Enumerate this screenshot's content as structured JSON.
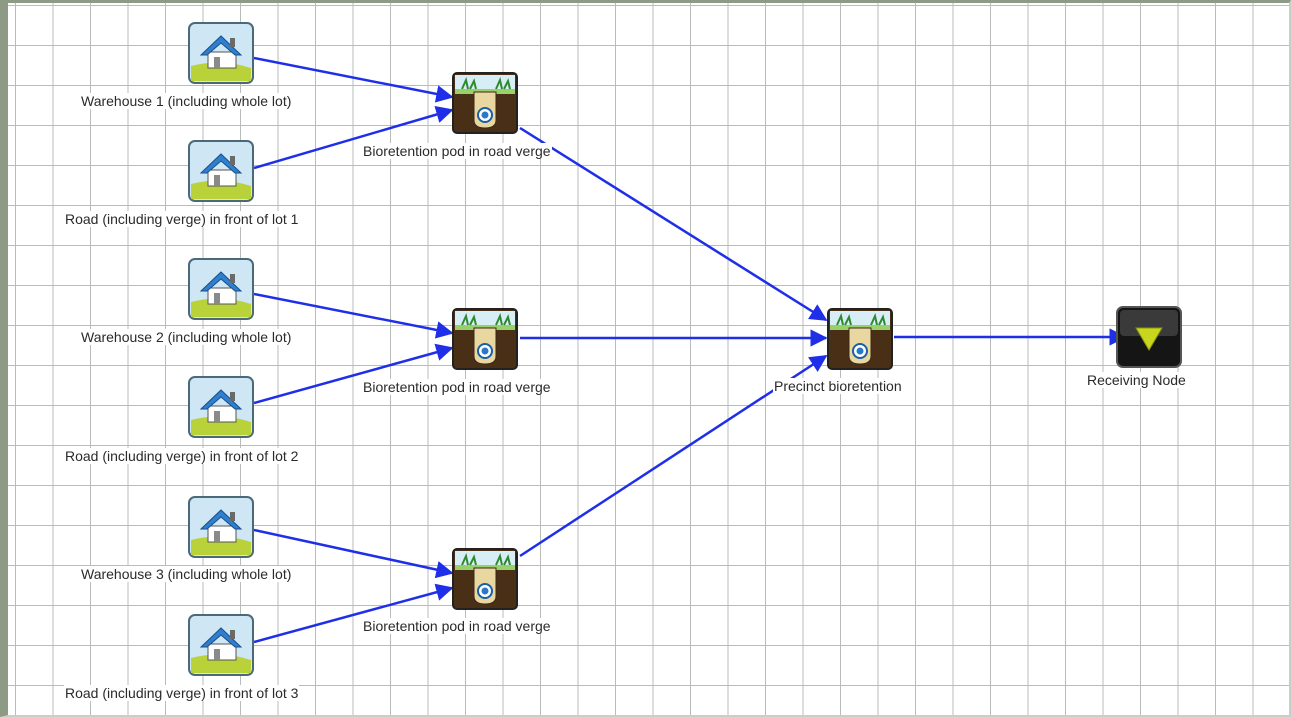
{
  "nodes": {
    "warehouse1": {
      "label": "Warehouse 1 (including whole lot)",
      "icon": "house-icon"
    },
    "road1": {
      "label": "Road (including verge) in front of lot 1",
      "icon": "house-icon"
    },
    "warehouse2": {
      "label": "Warehouse 2 (including whole lot)",
      "icon": "house-icon"
    },
    "road2": {
      "label": "Road (including verge) in front of lot 2",
      "icon": "house-icon"
    },
    "warehouse3": {
      "label": "Warehouse 3 (including whole lot)",
      "icon": "house-icon"
    },
    "road3": {
      "label": "Road (including verge) in front of lot 3",
      "icon": "house-icon"
    },
    "pod1": {
      "label": "Bioretention pod in road verge",
      "icon": "bioretention-icon"
    },
    "pod2": {
      "label": "Bioretention pod in road verge",
      "icon": "bioretention-icon"
    },
    "pod3": {
      "label": "Bioretention pod in road verge",
      "icon": "bioretention-icon"
    },
    "precinct": {
      "label": "Precinct bioretention",
      "icon": "bioretention-icon"
    },
    "receiving": {
      "label": "Receiving Node",
      "icon": "receiving-node-icon"
    }
  },
  "links": [
    {
      "from": "warehouse1",
      "to": "pod1"
    },
    {
      "from": "road1",
      "to": "pod1"
    },
    {
      "from": "warehouse2",
      "to": "pod2"
    },
    {
      "from": "road2",
      "to": "pod2"
    },
    {
      "from": "warehouse3",
      "to": "pod3"
    },
    {
      "from": "road3",
      "to": "pod3"
    },
    {
      "from": "pod1",
      "to": "precinct"
    },
    {
      "from": "pod2",
      "to": "precinct"
    },
    {
      "from": "pod3",
      "to": "precinct"
    },
    {
      "from": "precinct",
      "to": "receiving"
    }
  ],
  "colors": {
    "link": "#1f2fe8",
    "grid": "#b9bdb9",
    "house_roof": "#2f7fd0",
    "grass": "#b9d23a",
    "soil": "#5a3a1e",
    "receiving_triangle": "#c8d61e"
  }
}
